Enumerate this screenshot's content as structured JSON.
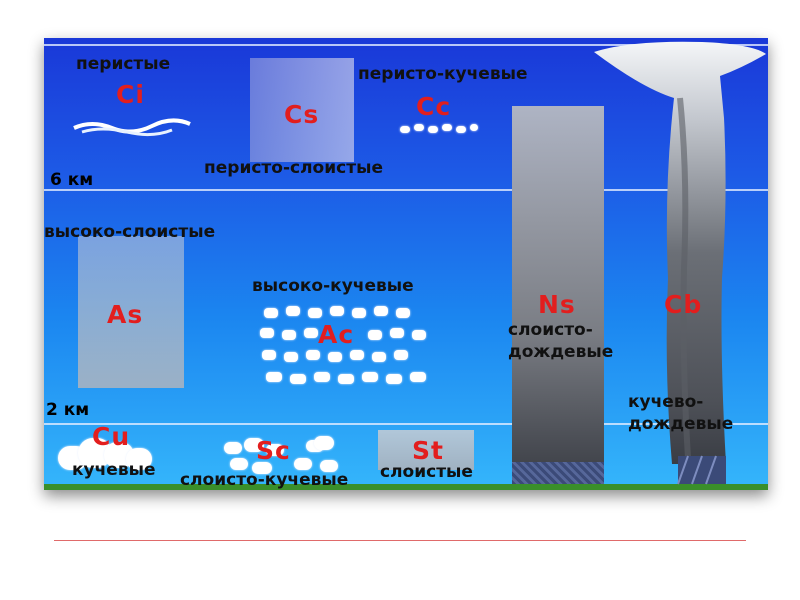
{
  "altitudes": {
    "high": "6 км",
    "low": "2 км"
  },
  "clouds": {
    "ci": {
      "abbr": "Ci",
      "name": "перистые"
    },
    "cs": {
      "abbr": "Cs",
      "name": "перисто-слоистые"
    },
    "cc": {
      "abbr": "Cc",
      "name": "перисто-кучевые"
    },
    "as": {
      "abbr": "As",
      "name": "высоко-слоистые"
    },
    "ac": {
      "abbr": "Ac",
      "name": "высоко-кучевые"
    },
    "ns": {
      "abbr": "Ns",
      "name_line1": "слоисто-",
      "name_line2": "дождевые"
    },
    "cb": {
      "abbr": "Cb",
      "name_line1": "кучево-",
      "name_line2": "дождевые"
    },
    "cu": {
      "abbr": "Cu",
      "name": "кучевые"
    },
    "sc": {
      "abbr": "Sc",
      "name": "слоисто-кучевые"
    },
    "st": {
      "abbr": "St",
      "name": "слоистые"
    }
  }
}
